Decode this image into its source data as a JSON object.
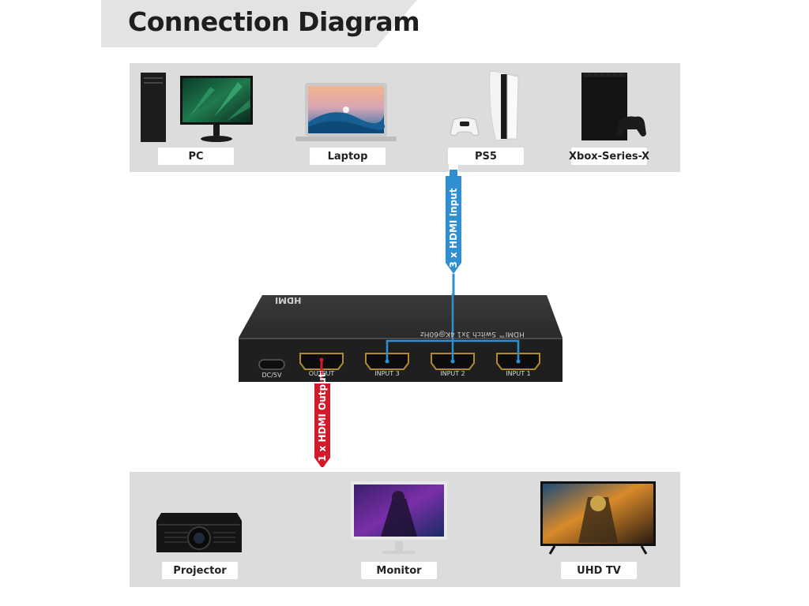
{
  "header": {
    "title": "Connection Diagram"
  },
  "sources": [
    {
      "label": "PC",
      "icon": "desktop-pc-icon"
    },
    {
      "label": "Laptop",
      "icon": "laptop-icon"
    },
    {
      "label": "PS5",
      "icon": "ps5-console-icon"
    },
    {
      "label": "Xbox-Series-X",
      "icon": "xbox-series-x-icon"
    }
  ],
  "input_cable": {
    "label": "3 x HDMI Input",
    "color": "#2f8fd0"
  },
  "switch": {
    "logo": "HDMI",
    "model_text": "HDMI™ Switch 3x1 4K@60Hz",
    "ports": [
      {
        "label": "DC/5V",
        "icon": "usb-c-port-icon"
      },
      {
        "label": "OUTPUT",
        "icon": "hdmi-port-icon"
      },
      {
        "label": "INPUT 3",
        "icon": "hdmi-port-icon"
      },
      {
        "label": "INPUT 2",
        "icon": "hdmi-port-icon"
      },
      {
        "label": "INPUT 1",
        "icon": "hdmi-port-icon"
      }
    ]
  },
  "output_cable": {
    "label": "1 x HDMI Output",
    "color": "#d11a2a"
  },
  "displays": [
    {
      "label": "Projector",
      "icon": "projector-icon"
    },
    {
      "label": "Monitor",
      "icon": "monitor-icon"
    },
    {
      "label": "UHD TV",
      "icon": "uhd-tv-icon"
    }
  ]
}
